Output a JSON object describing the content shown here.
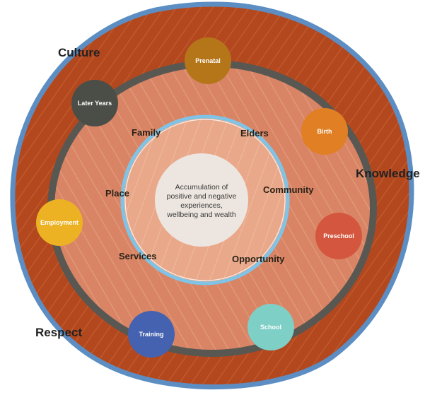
{
  "center_text": [
    "Accumulation of",
    "positive and negative",
    "experiences,",
    "wellbeing and wealth"
  ],
  "outer_labels": {
    "culture": "Culture",
    "knowledge": "Knowledge",
    "respect": "Respect"
  },
  "inner_labels": {
    "family": "Family",
    "elders": "Elders",
    "place": "Place",
    "community": "Community",
    "services": "Services",
    "opportunity": "Opportunity"
  },
  "stages": [
    {
      "key": "prenatal",
      "label": "Prenatal",
      "color": "#b5761a"
    },
    {
      "key": "birth",
      "label": "Birth",
      "color": "#e07f23"
    },
    {
      "key": "preschool",
      "label": "Preschool",
      "color": "#d4563e"
    },
    {
      "key": "school",
      "label": "School",
      "color": "#7ecfc6"
    },
    {
      "key": "training",
      "label": "Training",
      "color": "#4462b0"
    },
    {
      "key": "employment",
      "label": "Employment",
      "color": "#ecb224"
    },
    {
      "key": "later-years",
      "label": "Later Years",
      "color": "#4b4e47"
    }
  ],
  "colors": {
    "outer_ring": "#b3481f",
    "outer_border": "#5c8ec3",
    "middle_ring": "#d98565",
    "ring_stroke": "#595752",
    "inner_circle": "#e9a88a",
    "inner_border": "#7fc4e6",
    "center": "#ede6e0"
  }
}
